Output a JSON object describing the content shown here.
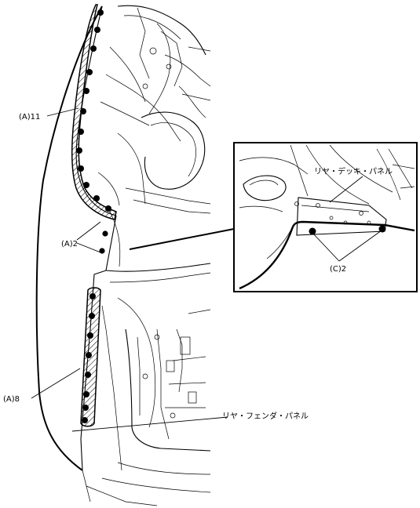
{
  "labels": {
    "a11": "(A)11",
    "a2": "(A)2",
    "a8": "(A)8",
    "rear_fender_panel": "リヤ・フェンダ・パネル",
    "rear_deck_panel": "リヤ・デッキ・パネル",
    "c2": "(C)2"
  },
  "counts": {
    "upper_seam_points": 11,
    "mid_points": 2,
    "lower_seam_points": 8,
    "detail_points": 2
  }
}
